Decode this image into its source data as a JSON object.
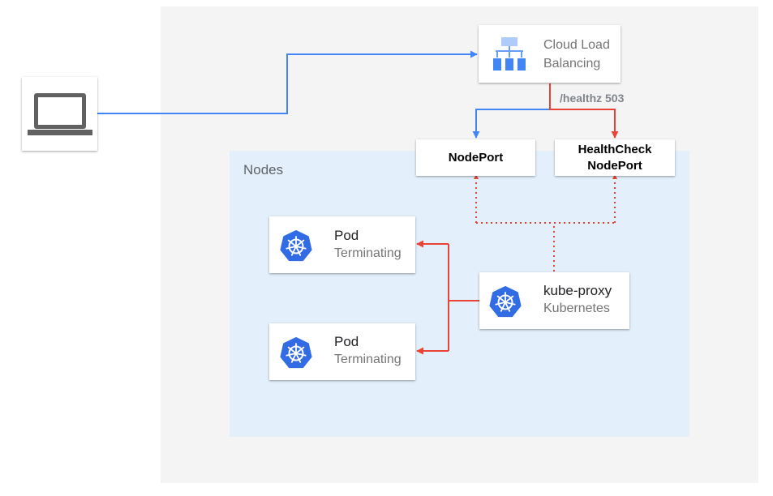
{
  "nodes_area": {
    "label": "Nodes"
  },
  "load_balancer": {
    "line1": "Cloud Load",
    "line2": "Balancing"
  },
  "health_check": {
    "label": "/healthz 503"
  },
  "nodeport": {
    "label": "NodePort"
  },
  "healthcheck_nodeport": {
    "line1": "HealthCheck",
    "line2": "NodePort"
  },
  "pods": [
    {
      "title": "Pod",
      "status": "Terminating"
    },
    {
      "title": "Pod",
      "status": "Terminating"
    }
  ],
  "kube_proxy": {
    "title": "kube-proxy",
    "subtitle": "Kubernetes"
  },
  "icons": {
    "client": "laptop-icon",
    "load_balancer": "load-balancing-icon",
    "pod": "kubernetes-icon",
    "kube_proxy": "kubernetes-icon"
  },
  "colors": {
    "blue_arrow": "#4285f4",
    "red_arrow": "#ea4335",
    "kubernetes_blue": "#326ce5",
    "project_bg": "#f4f4f4",
    "nodes_bg": "#e3effb"
  }
}
